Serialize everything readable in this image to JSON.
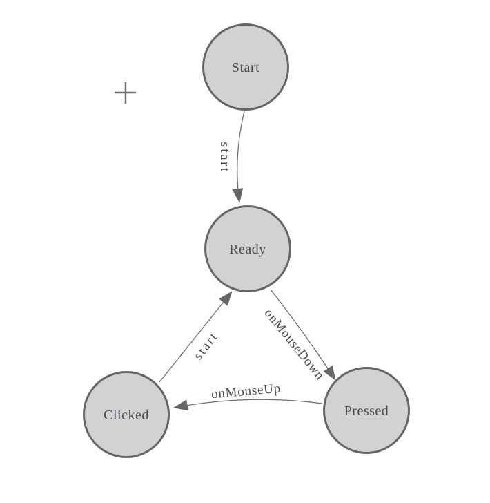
{
  "canvas": {
    "background": "#ffffff"
  },
  "palette": {
    "node_fill": "#d2d2d2",
    "node_stroke": "#666666",
    "edge_stroke": "#6e6e6e",
    "arrow_fill": "#666666",
    "label_color": "#4a4a4e",
    "cursor_color": "#6b6b6b"
  },
  "icons": {
    "cursor": "crosshair-icon",
    "arrow": "arrowhead-icon"
  },
  "diagram": {
    "type": "state-machine",
    "nodes": [
      {
        "id": "start",
        "label": "Start"
      },
      {
        "id": "ready",
        "label": "Ready"
      },
      {
        "id": "clicked",
        "label": "Clicked"
      },
      {
        "id": "pressed",
        "label": "Pressed"
      }
    ],
    "edges": [
      {
        "from": "start",
        "to": "ready",
        "label": "start"
      },
      {
        "from": "ready",
        "to": "pressed",
        "label": "onMouseDown"
      },
      {
        "from": "pressed",
        "to": "clicked",
        "label": "onMouseUp"
      },
      {
        "from": "clicked",
        "to": "ready",
        "label": "start"
      }
    ]
  }
}
